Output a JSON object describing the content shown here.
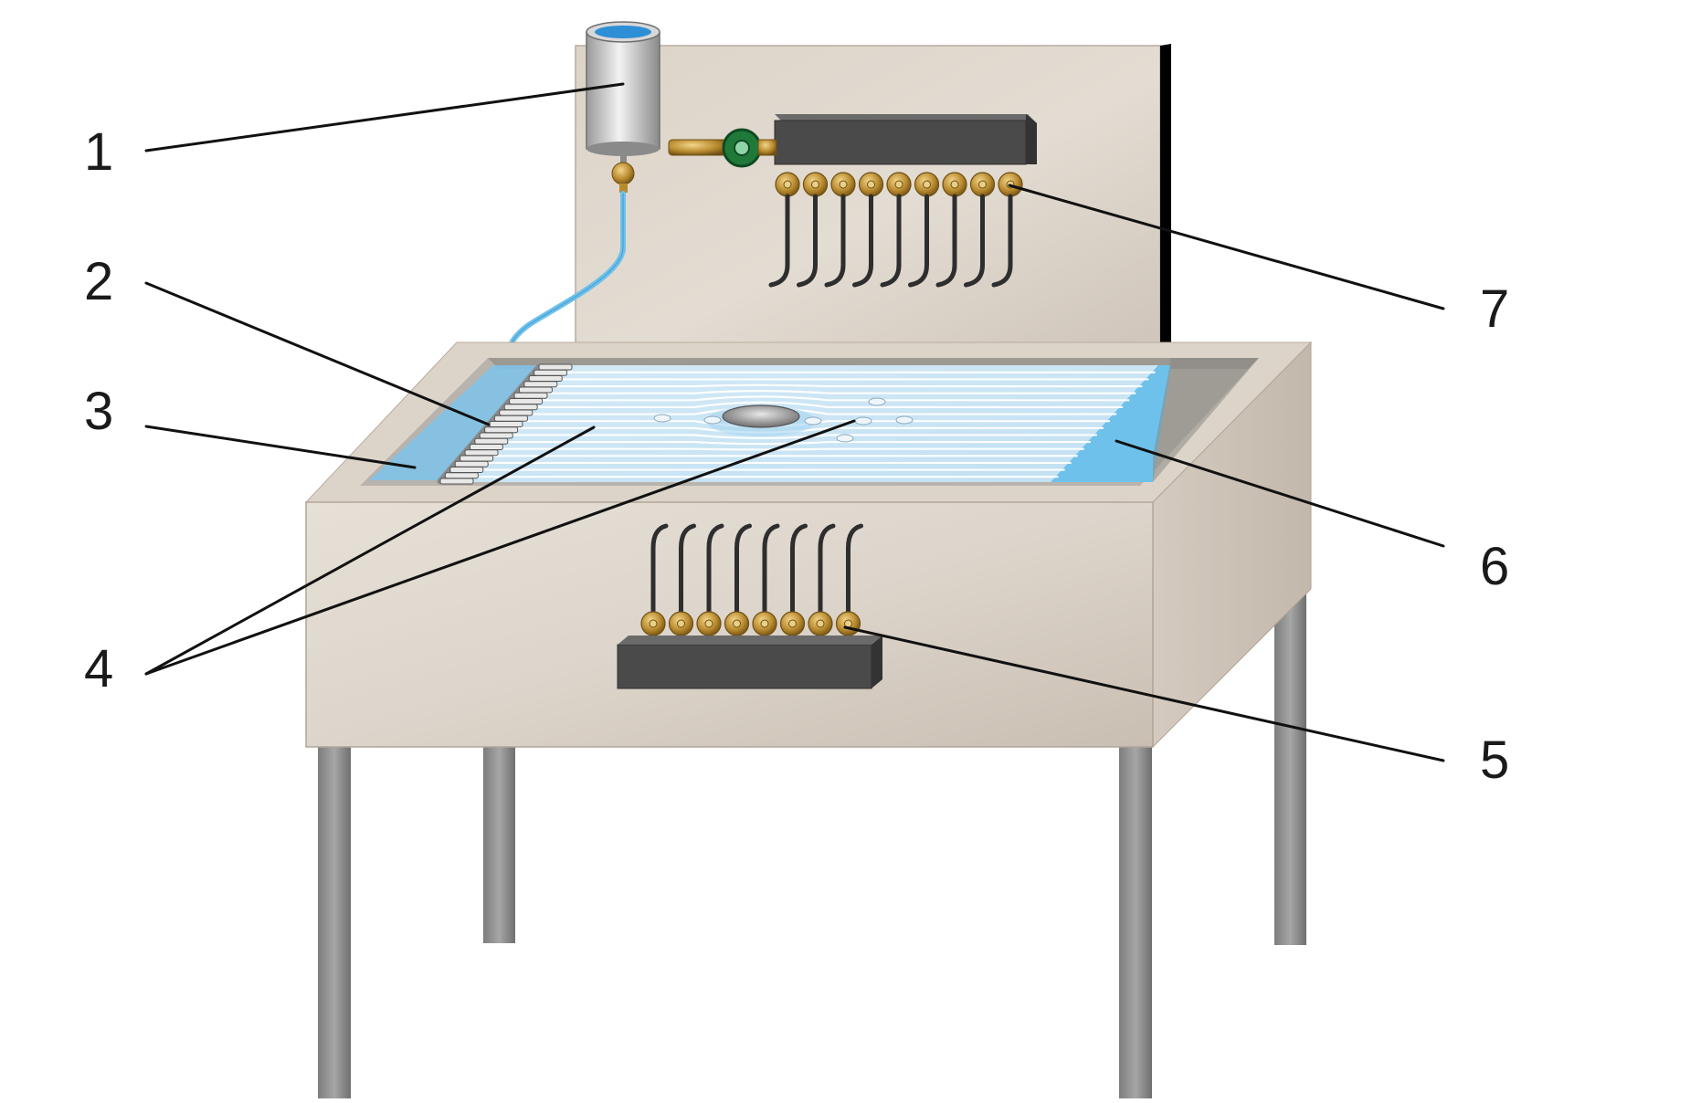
{
  "callouts": [
    "1",
    "2",
    "3",
    "4",
    "5",
    "6",
    "7"
  ],
  "colors": {
    "background": "#ffffff",
    "cabinet_light": "#e7e1d8",
    "cabinet_dark": "#cdc3b8",
    "water": "#cfe6f5",
    "water_deep": "#6ec1ea",
    "stream_line": "#ffffff",
    "manifold": "#4a4a4a",
    "brass": "#b88a2e",
    "valve_green": "#1f7a3a",
    "legs": "#8e8e8e",
    "leader_line": "#111111",
    "label_text": "#1a1a1a"
  }
}
